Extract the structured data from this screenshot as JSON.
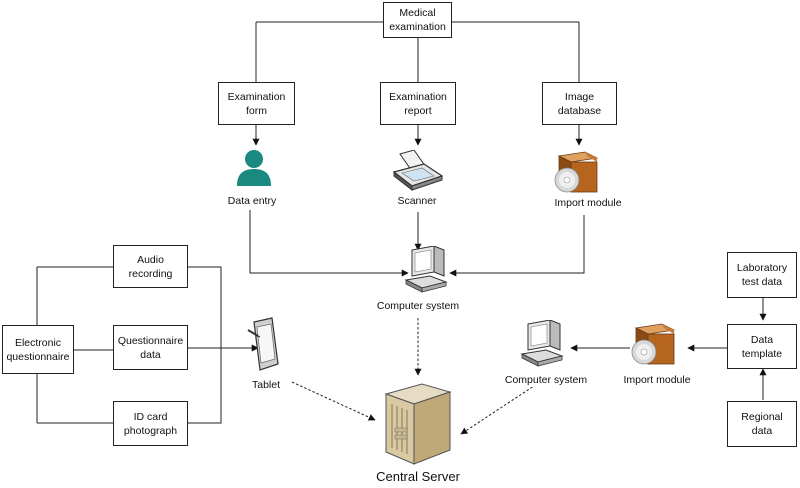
{
  "boxes": {
    "medical_examination": "Medical\nexamination",
    "examination_form": "Examination\nform",
    "examination_report": "Examination\nreport",
    "image_database": "Image\ndatabase",
    "audio_recording": "Audio\nrecording",
    "electronic_questionnaire": "Electronic\nquestionnaire",
    "questionnaire_data": "Questionnaire\ndata",
    "id_card_photograph": "ID card\nphotograph",
    "laboratory_test_data": "Laboratory\ntest data",
    "data_template": "Data\ntemplate",
    "regional_data": "Regional\ndata"
  },
  "captions": {
    "data_entry": "Data entry",
    "scanner": "Scanner",
    "import_module_top": "Import module",
    "computer_system_top": "Computer system",
    "tablet": "Tablet",
    "central_server": "Central Server",
    "computer_system_right": "Computer system",
    "import_module_right": "Import module"
  },
  "icons": {
    "person": "person-icon",
    "scanner": "scanner-icon",
    "import_box": "software-box-icon",
    "computer": "computer-icon",
    "tablet": "tablet-icon",
    "server": "server-icon"
  },
  "colors": {
    "line": "#222222",
    "person_teal": "#1a8a80",
    "box_brown": "#b5651d",
    "server_tan": "#c9b48a"
  }
}
